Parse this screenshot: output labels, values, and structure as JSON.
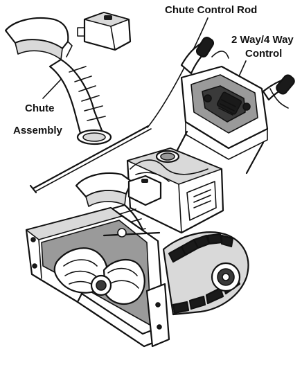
{
  "labels": {
    "chute_control_rod": "Chute Control Rod",
    "control_line1": "2 Way/4 Way",
    "control_line2": "Control",
    "chute_assembly_line1": "Chute",
    "chute_assembly_line2": "Assembly"
  }
}
